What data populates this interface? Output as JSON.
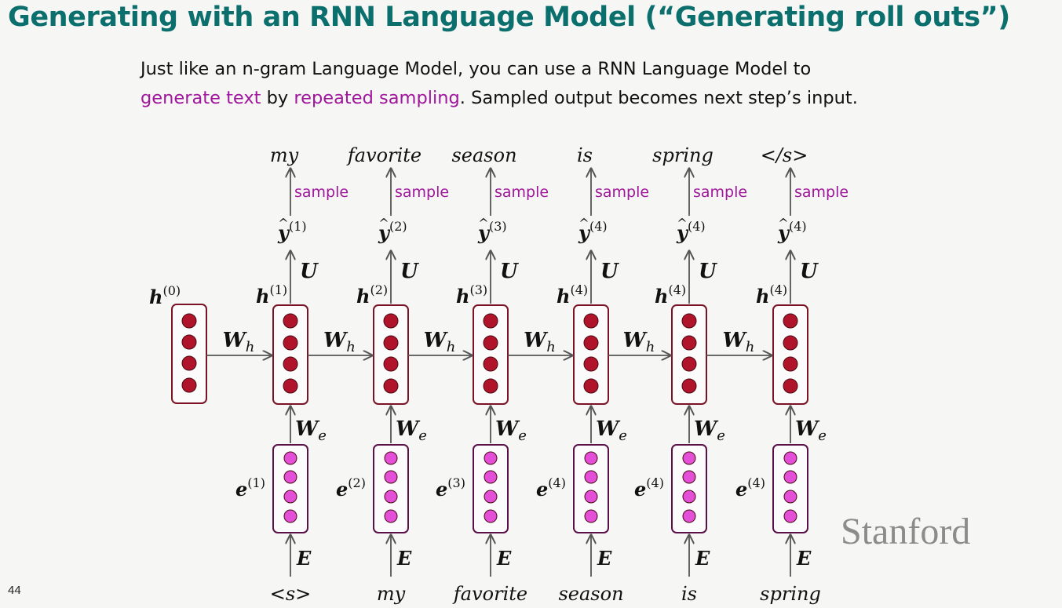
{
  "slide": {
    "title": "Generating with an RNN Language Model (“Generating roll outs”)",
    "intro_part1": "Just like an n-gram Language Model, you can use a RNN Language Model to",
    "intro_highlight1": "generate text",
    "intro_part2": " by ",
    "intro_highlight2": "repeated sampling",
    "intro_part3": ". Sampled output becomes next step’s input.",
    "slide_number": "44",
    "brand": "Stanford"
  },
  "diagram": {
    "initial_state": {
      "name": "h",
      "sup": "(0)"
    },
    "recurrent_weight": {
      "name": "W",
      "sub": "h"
    },
    "embedding_weight": {
      "name": "W",
      "sub": "e"
    },
    "output_weight": "U",
    "embedding_matrix": "E",
    "sample_label": "sample",
    "steps": [
      {
        "input": "<s>",
        "output": "my",
        "h": "(1)",
        "e": "(1)",
        "y": "(1)"
      },
      {
        "input": "my",
        "output": "favorite",
        "h": "(2)",
        "e": "(2)",
        "y": "(2)"
      },
      {
        "input": "favorite",
        "output": "season",
        "h": "(3)",
        "e": "(3)",
        "y": "(3)"
      },
      {
        "input": "season",
        "output": "is",
        "h": "(4)",
        "e": "(4)",
        "y": "(4)"
      },
      {
        "input": "is",
        "output": "spring",
        "h": "(4)",
        "e": "(4)",
        "y": "(4)"
      },
      {
        "input": "spring",
        "output": "</s>",
        "h": "(4)",
        "e": "(4)",
        "y": "(4)"
      }
    ],
    "colors": {
      "hidden_dot": "#b0142a",
      "embedding_dot": "#e34fd6",
      "hidden_box_border": "#7a1326",
      "embedding_box_border": "#5a1048",
      "sample_text": "#a0169c",
      "title": "#0b6f6e"
    }
  }
}
